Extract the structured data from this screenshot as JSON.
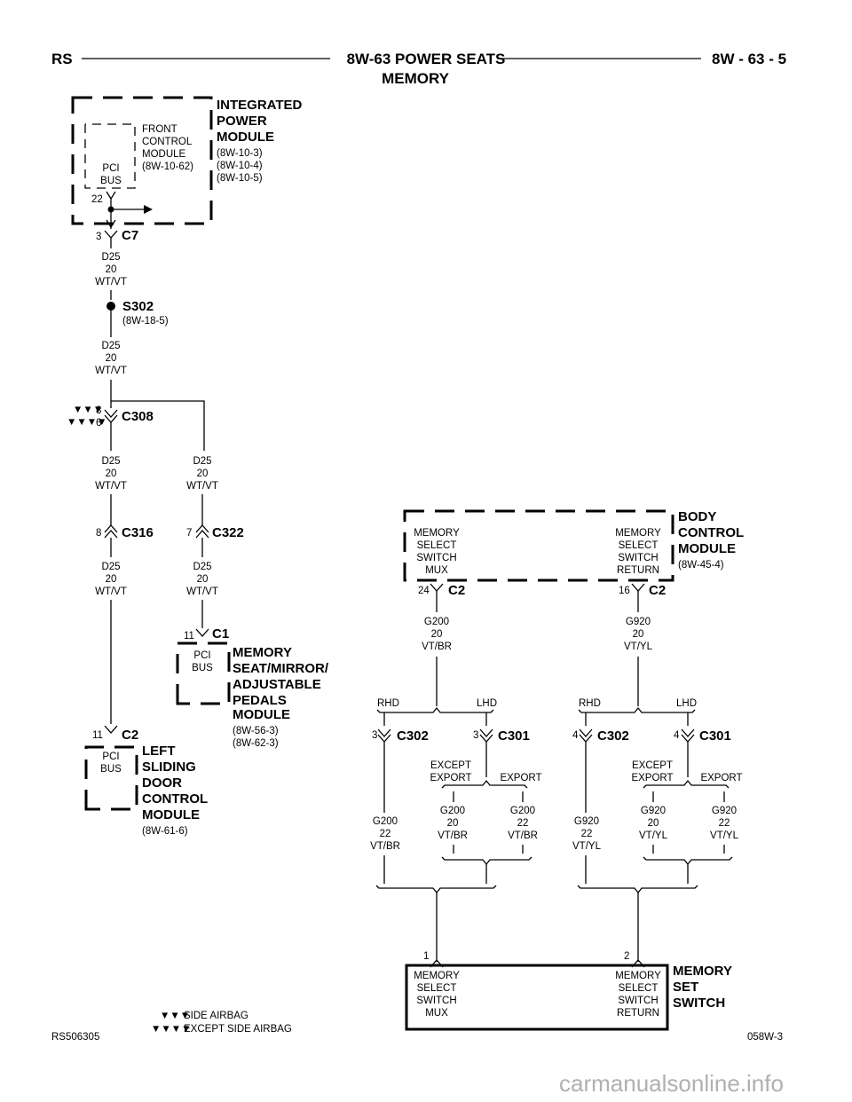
{
  "header": {
    "left": "RS",
    "title": "8W-63 POWER SEATS",
    "subtitle": "MEMORY",
    "right": "8W - 63 - 5"
  },
  "ipm": {
    "title": [
      "INTEGRATED",
      "POWER",
      "MODULE"
    ],
    "refs": [
      "(8W-10-3)",
      "(8W-10-4)",
      "(8W-10-5)"
    ],
    "fcm": [
      "FRONT",
      "CONTROL",
      "MODULE",
      "(8W-10-62)"
    ],
    "bus": [
      "PCI",
      "BUS"
    ],
    "pin": "22"
  },
  "c7": {
    "pin": "3",
    "name": "C7"
  },
  "wire_d25": [
    "D25",
    "20",
    "WT/VT"
  ],
  "s302": {
    "name": "S302",
    "ref": "(8W-18-5)"
  },
  "c308": {
    "pin_sa": "8",
    "pin_nsa": "6",
    "name": "C308"
  },
  "c316": {
    "pin": "8",
    "name": "C316"
  },
  "c322": {
    "pin": "7",
    "name": "C322"
  },
  "msmap": {
    "pin": "11",
    "conn": "C1",
    "bus": [
      "PCI",
      "BUS"
    ],
    "title": [
      "MEMORY",
      "SEAT/MIRROR/",
      "ADJUSTABLE",
      "PEDALS",
      "MODULE"
    ],
    "refs": [
      "(8W-56-3)",
      "(8W-62-3)"
    ]
  },
  "lsdcm": {
    "pin": "11",
    "conn": "C2",
    "bus": [
      "PCI",
      "BUS"
    ],
    "title": [
      "LEFT",
      "SLIDING",
      "DOOR",
      "CONTROL",
      "MODULE"
    ],
    "ref": "(8W-61-6)"
  },
  "bcm": {
    "title": [
      "BODY",
      "CONTROL",
      "MODULE"
    ],
    "ref": "(8W-45-4)",
    "mux": [
      "MEMORY",
      "SELECT",
      "SWITCH",
      "MUX"
    ],
    "ret": [
      "MEMORY",
      "SELECT",
      "SWITCH",
      "RETURN"
    ],
    "pin_mux": "24",
    "pin_ret": "16",
    "conn": "C2"
  },
  "g200_20": [
    "G200",
    "20",
    "VT/BR"
  ],
  "g200_22": [
    "G200",
    "22",
    "VT/BR"
  ],
  "g920_20": [
    "G920",
    "20",
    "VT/YL"
  ],
  "g920_22": [
    "G920",
    "22",
    "VT/YL"
  ],
  "labels": {
    "rhd": "RHD",
    "lhd": "LHD",
    "except": [
      "EXCEPT",
      "EXPORT"
    ],
    "export": "EXPORT"
  },
  "c302": {
    "name": "C302",
    "pin_a": "3",
    "pin_b": "4"
  },
  "c301": {
    "name": "C301",
    "pin_a": "3",
    "pin_b": "4"
  },
  "mss": {
    "title": [
      "MEMORY",
      "SET",
      "SWITCH"
    ],
    "pin_mux": "1",
    "pin_ret": "2",
    "mux": [
      "MEMORY",
      "SELECT",
      "SWITCH",
      "MUX"
    ],
    "ret": [
      "MEMORY",
      "SELECT",
      "SWITCH",
      "RETURN"
    ]
  },
  "legend": {
    "side": "SIDE AIRBAG",
    "except_side": "EXCEPT SIDE AIRBAG"
  },
  "footer": {
    "left": "RS506305",
    "right": "058W-3"
  },
  "watermark": "carmanualsonline.info"
}
